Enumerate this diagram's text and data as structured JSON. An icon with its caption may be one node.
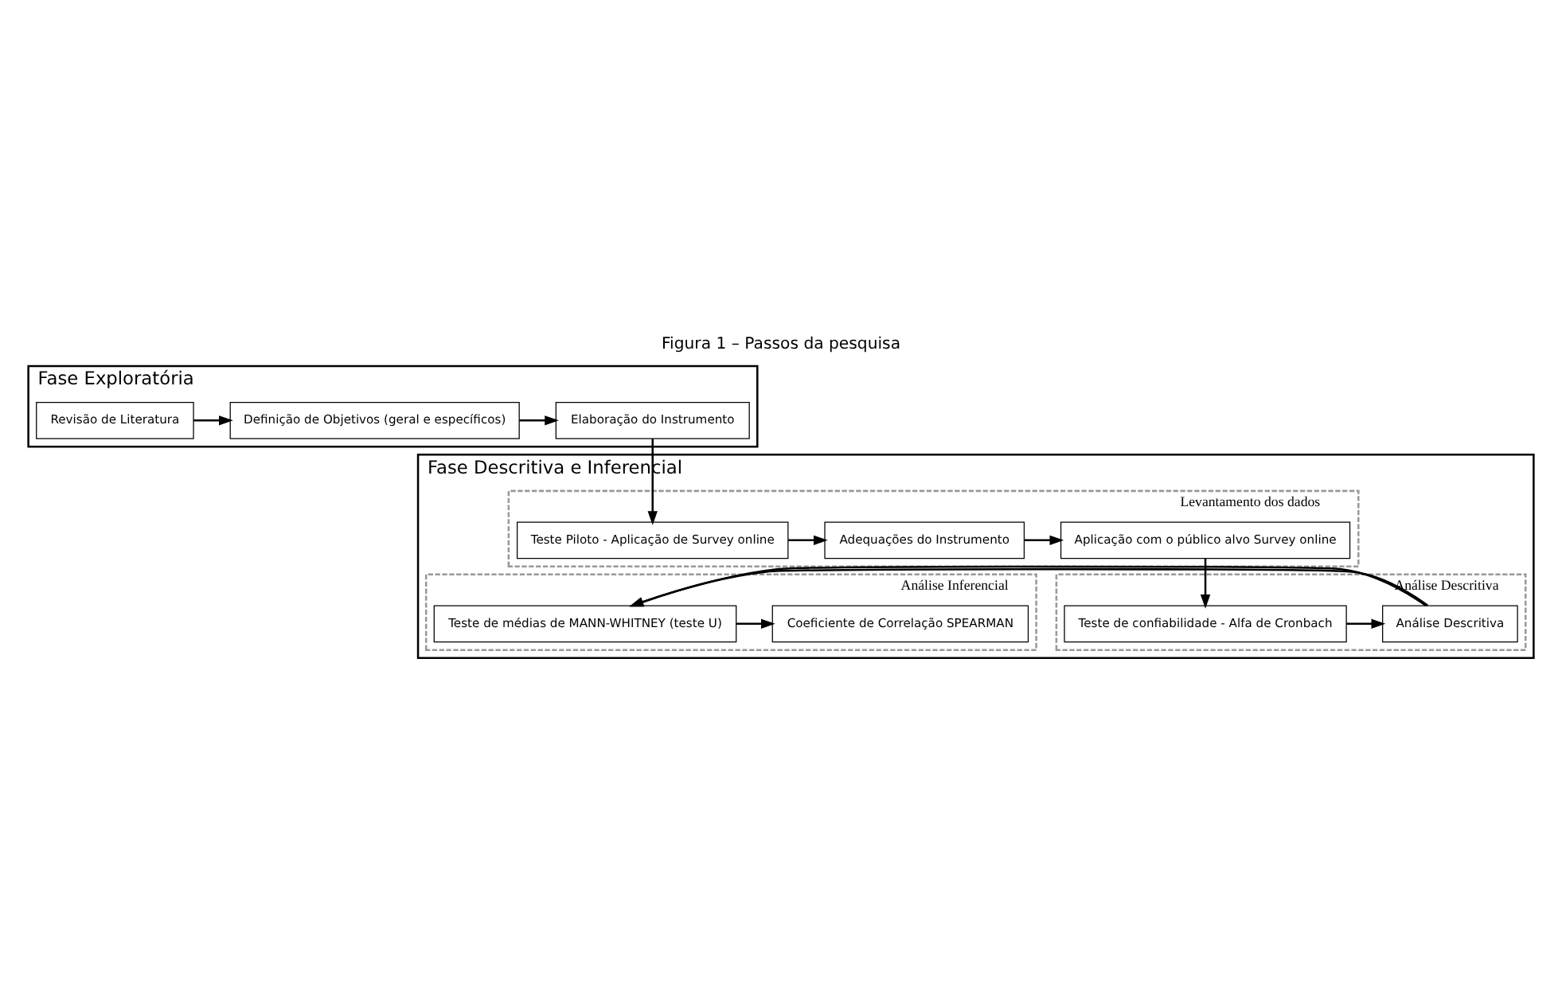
{
  "diagram": {
    "title": "Figura 1 – Passos da pesquisa",
    "nodes": [
      {
        "text": [
          "Fase Exploratória"
        ]
      },
      {
        "text": [
          "Revisão de Literatura"
        ],
        "in": 0
      },
      {
        "text": [
          "Definição de Objetivos (geral e específicos)"
        ],
        "in": 0
      },
      {
        "text": [
          "Elaboração do Instrumento"
        ],
        "in": 0
      },
      {
        "text": [
          "Fase Descritiva e Inferencial"
        ]
      },
      {
        "text": [
          "Levantamento dos dados"
        ],
        "in": 4
      },
      {
        "text": [
          "Teste Piloto - Aplicação de Survey online"
        ],
        "in": 5
      },
      {
        "text": [
          "Adequações do Instrumento"
        ],
        "in": 5
      },
      {
        "text": [
          "Aplicação com o público alvo Survey online"
        ],
        "in": 5
      },
      {
        "text": [
          "Análise Descritiva"
        ],
        "in": 4
      },
      {
        "text": [
          "Teste de confiabilidade - Alfa de Cronbach"
        ],
        "in": 9
      },
      {
        "text": [
          "Análise Descritiva"
        ],
        "in": 9
      },
      {
        "text": [
          "Análise Inferencial"
        ],
        "in": 4
      },
      {
        "text": [
          "Teste de médias de MANN-WHITNEY (teste U)"
        ],
        "in": 12
      },
      {
        "text": [
          "Coeficiente de Correlação SPEARMAN"
        ],
        "in": 12
      }
    ],
    "edges": [
      {
        "from": 1,
        "to": 2,
        "arrow": "to"
      },
      {
        "from": 2,
        "to": 3,
        "arrow": "to"
      },
      {
        "from": 3,
        "to": 6,
        "arrow": "to"
      },
      {
        "from": 6,
        "to": 7,
        "arrow": "to"
      },
      {
        "from": 7,
        "to": 8,
        "arrow": "to"
      },
      {
        "from": 8,
        "to": 10,
        "arrow": "to"
      },
      {
        "from": 10,
        "to": 11,
        "arrow": "to"
      },
      {
        "from": 11,
        "to": 13,
        "arrow": "to"
      },
      {
        "from": 13,
        "to": 14,
        "arrow": "to"
      }
    ]
  }
}
